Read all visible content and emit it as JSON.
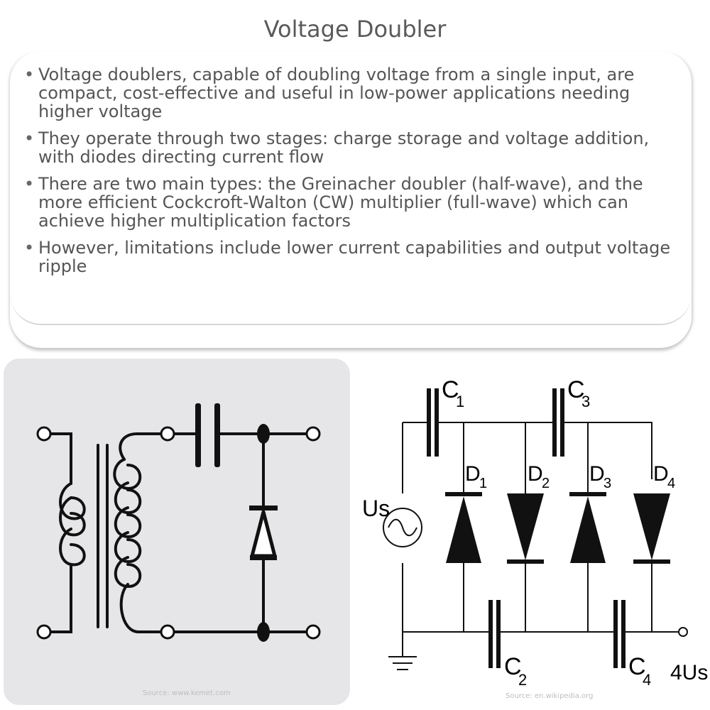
{
  "title": "Voltage Doubler",
  "bullets": [
    "Voltage doublers, capable of doubling voltage from a single input, are compact, cost-effective and useful in low-power applications needing higher voltage",
    "They operate through two stages: charge storage and voltage addition, with diodes directing current flow",
    "There are two main types: the Greinacher doubler (half-wave), and the more efficient Cockcroft-Walton (CW) multiplier (full-wave) which can achieve higher multiplication factors",
    "However, limitations include lower current capabilities and output voltage ripple"
  ],
  "left_diagram": {
    "source": "Source: www.kemet.com"
  },
  "right_diagram": {
    "source": "Source: en.wikipedia.org",
    "labels": {
      "c1": "C",
      "c1_sub": "1",
      "c2": "C",
      "c2_sub": "2",
      "c3": "C",
      "c3_sub": "3",
      "c4": "C",
      "c4_sub": "4",
      "d1": "D",
      "d1_sub": "1",
      "d2": "D",
      "d2_sub": "2",
      "d3": "D",
      "d3_sub": "3",
      "d4": "D",
      "d4_sub": "4",
      "source": "Us",
      "output": "4Us"
    }
  }
}
